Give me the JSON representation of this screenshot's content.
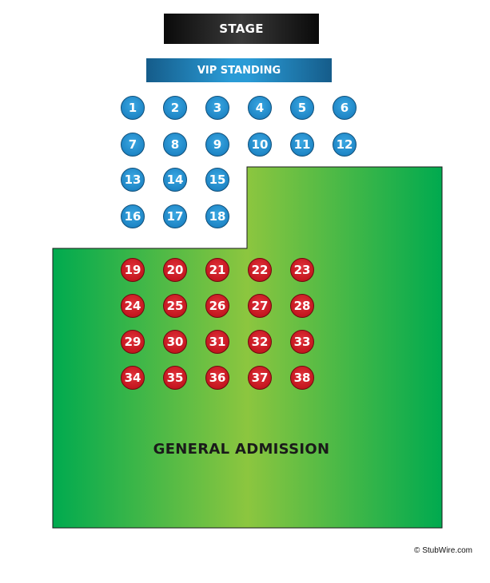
{
  "stage_label": "STAGE",
  "vip_label": "VIP STANDING",
  "ga_label": "GENERAL ADMISSION",
  "copyright": "© StubWire.com",
  "colors": {
    "vip_seat": "#1f86c6",
    "ga_seat": "#c4161f",
    "ga_green_edge": "#00aa4f",
    "ga_green_center": "#8cc63f",
    "stage": "#1a1a1a"
  },
  "vip_seats": [
    "1",
    "2",
    "3",
    "4",
    "5",
    "6",
    "7",
    "8",
    "9",
    "10",
    "11",
    "12",
    "13",
    "14",
    "15",
    "16",
    "17",
    "18"
  ],
  "ga_seats": [
    "19",
    "20",
    "21",
    "22",
    "23",
    "24",
    "25",
    "26",
    "27",
    "28",
    "29",
    "30",
    "31",
    "32",
    "33",
    "34",
    "35",
    "36",
    "37",
    "38"
  ]
}
